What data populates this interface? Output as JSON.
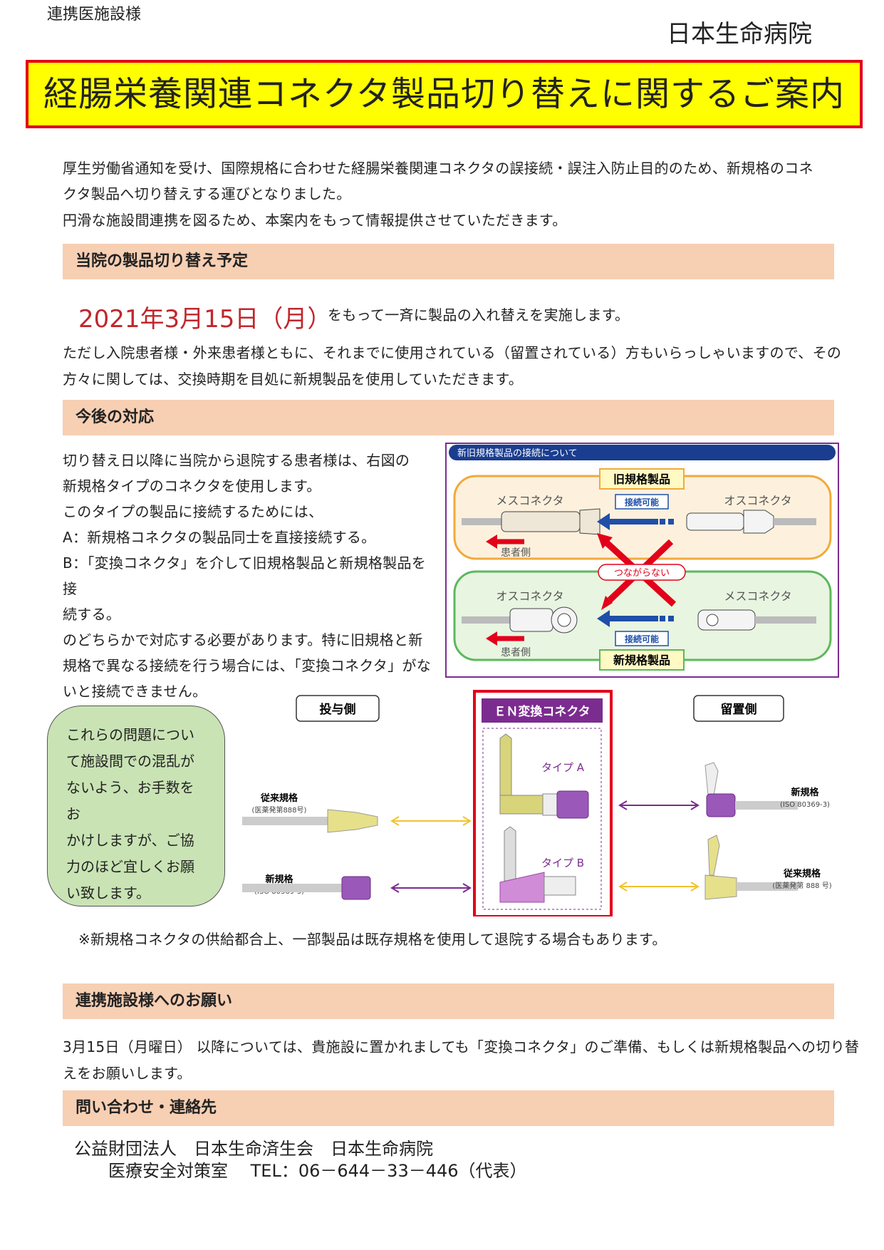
{
  "header": {
    "recipient": "連携医施設様",
    "hospital": "日本生命病院",
    "title": "経腸栄養関連コネクタ製品切り替えに関するご案内"
  },
  "intro": {
    "line1": "厚生労働省通知を受け、国際規格に合わせた経腸栄養関連コネクタの誤接続・誤注入防止目的のため、新規格のコネ",
    "line2": "クタ製品へ切り替えする運びとなりました。",
    "line3": "円滑な施設間連携を図るため、本案内をもって情報提供させていただきます。"
  },
  "schedule": {
    "heading": "当院の製品切り替え予定",
    "date": "2021年3月15日（月）",
    "date_suffix": "をもって一斉に製品の入れ替えを実施します。",
    "note1": "ただし入院患者様・外来患者様ともに、それまでに使用されている（留置されている）方もいらっしゃいますので、その",
    "note2": "方々に関しては、交換時期を目処に新規製品を使用していただきます。"
  },
  "future": {
    "heading": "今後の対応",
    "lines": [
      "切り替え日以降に当院から退院する患者様は、右図の",
      "新規格タイプのコネクタを使用します。",
      "このタイプの製品に接続するためには、",
      "A：新規格コネクタの製品同士を直接接続する。",
      "B：「変換コネクタ」を介して旧規格製品と新規格製品を接",
      "続する。",
      "のどちらかで対応する必要があります。特に旧規格と新",
      "規格で異なる接続を行う場合には、「変換コネクタ」がな",
      "いと接続できません。"
    ]
  },
  "diagram1": {
    "header": "新旧規格製品の接続について",
    "old_label": "旧規格製品",
    "new_label": "新規格製品",
    "female": "メスコネクタ",
    "male": "オスコネクタ",
    "connectable": "接続可能",
    "not_connect": "つながらない",
    "patient_side": "患者側",
    "colors": {
      "old_frame": "#f2a93b",
      "new_frame": "#5cb85c",
      "arrow_blue": "#1f4fa8",
      "arrow_red": "#e2001a",
      "header_bg": "#1a3d8f"
    }
  },
  "note_box": {
    "lines": [
      "これらの問題につい",
      "て施設間での混乱が",
      "ないよう、お手数をお",
      "かけしますが、ご協",
      "力のほど宜しくお願",
      "い致します。"
    ]
  },
  "diagram2": {
    "admin_side": "投与側",
    "converter": "ＥＮ変換コネクタ",
    "indwell_side": "留置側",
    "type_a": "タイプ A",
    "type_b": "タイプ B",
    "left_top_label": "従来規格",
    "left_top_sub": "(医薬発第888号)",
    "left_bottom_label": "新規格",
    "left_bottom_sub": "(ISO 80369-3)",
    "right_top_label": "新規格",
    "right_top_sub": "(ISO 80369-3)",
    "right_bottom_label": "従来規格",
    "right_bottom_sub": "(医薬発第 888 号)"
  },
  "footnote": "※新規格コネクタの供給都合上、一部製品は既存規格を使用して退院する場合もあります。",
  "request": {
    "heading": "連携施設様へのお願い",
    "line1": "3月15日（月曜日） 以降については、貴施設に置かれましても「変換コネクタ」のご準備、もしくは新規格製品への切り替",
    "line2": "えをお願いします。"
  },
  "contact": {
    "heading": "問い合わせ・連絡先",
    "org": "公益財団法人　日本生命済生会　日本生命病院",
    "dept": "医療安全対策室　 TEL：06－644－33－446（代表）"
  }
}
